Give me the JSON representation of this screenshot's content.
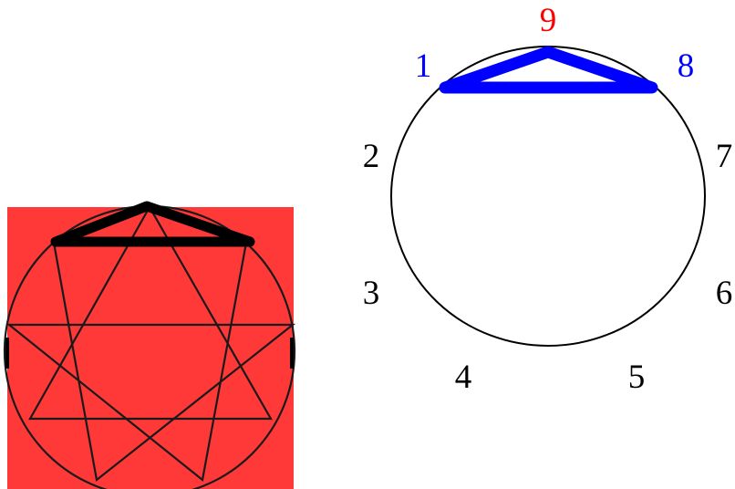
{
  "left_panel": {
    "background": "#ff3838",
    "figure_stroke": "#1a1a1a",
    "highlight_stroke": "#000000"
  },
  "right_panel": {
    "circle_stroke": "#000000",
    "highlight_stroke": "#0000ff",
    "labels": [
      {
        "text": "9",
        "color": "#ff0000"
      },
      {
        "text": "1",
        "color": "#0000ff"
      },
      {
        "text": "8",
        "color": "#0000ff"
      },
      {
        "text": "2",
        "color": "#000000"
      },
      {
        "text": "7",
        "color": "#000000"
      },
      {
        "text": "3",
        "color": "#000000"
      },
      {
        "text": "6",
        "color": "#000000"
      },
      {
        "text": "4",
        "color": "#000000"
      },
      {
        "text": "5",
        "color": "#000000"
      }
    ]
  }
}
